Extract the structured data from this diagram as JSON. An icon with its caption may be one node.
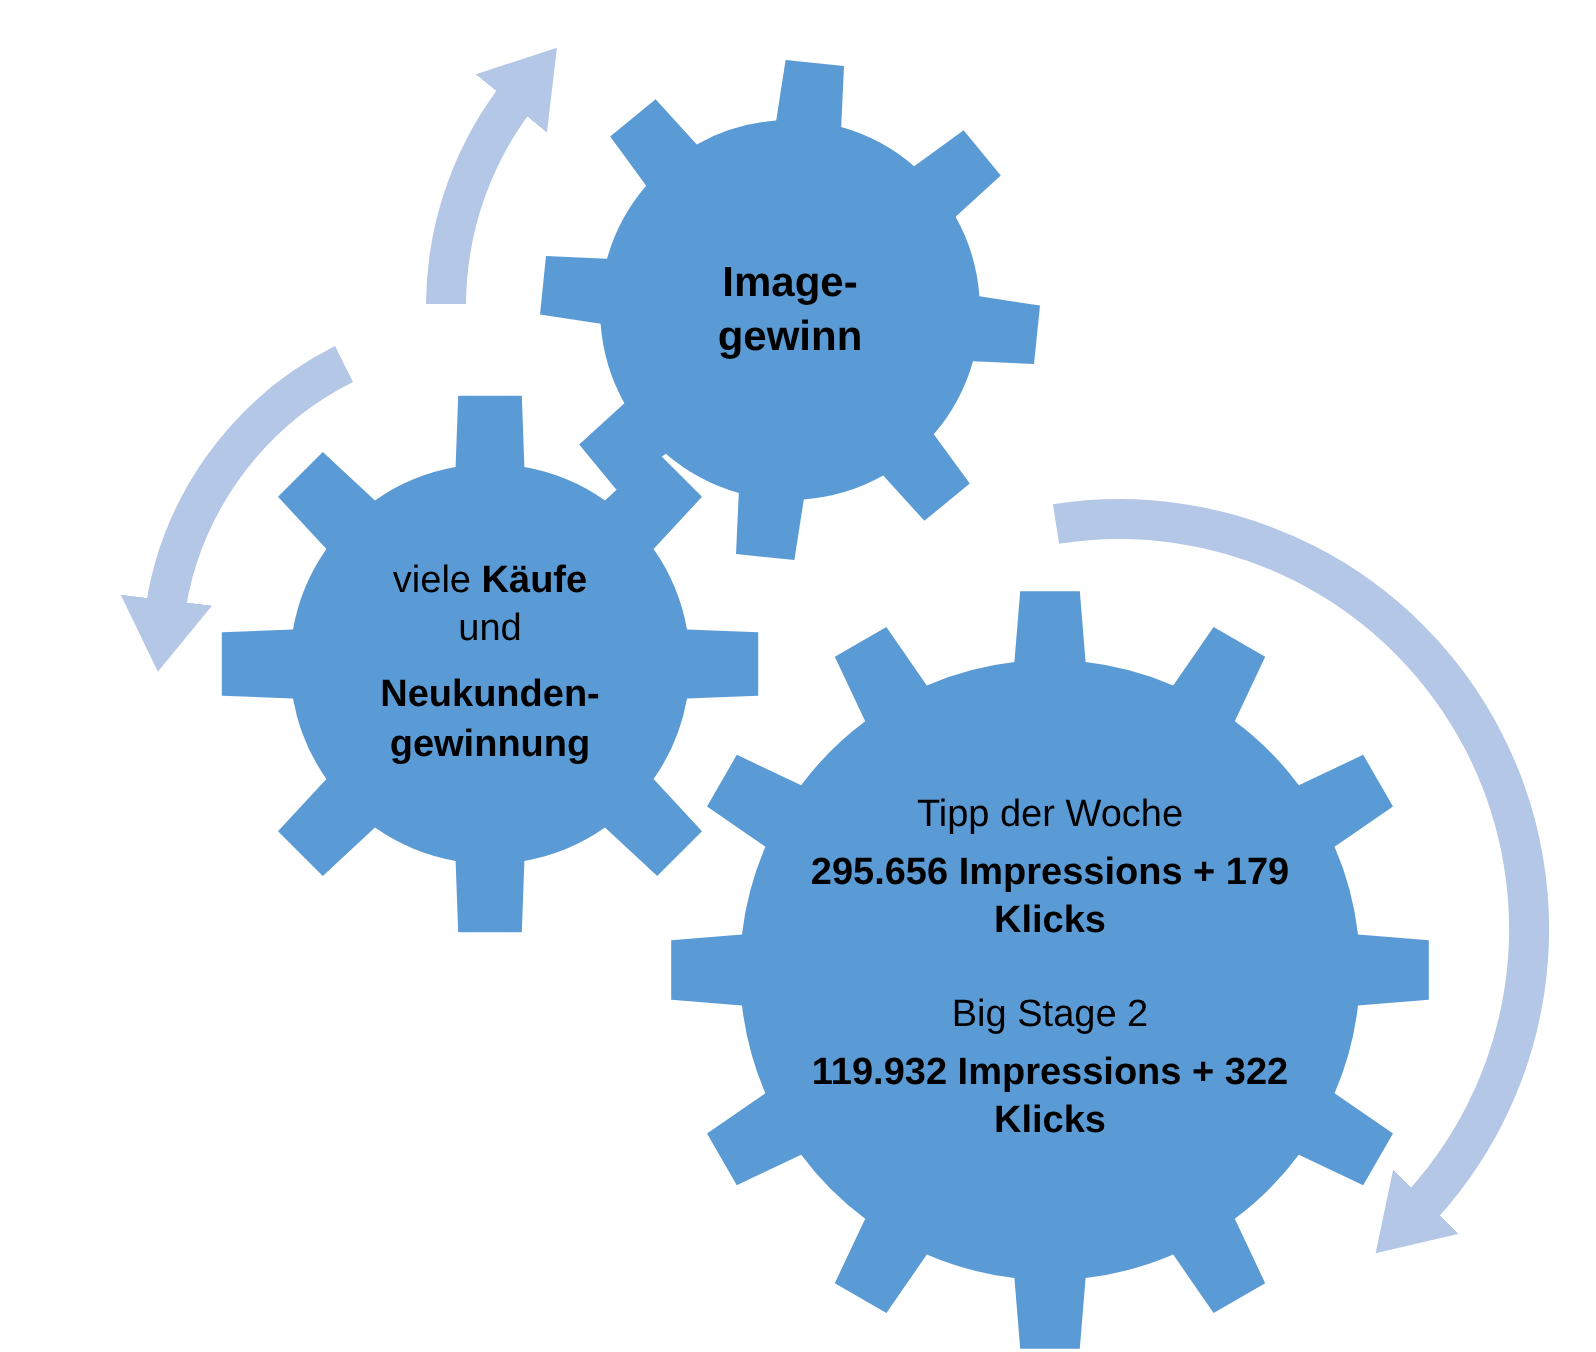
{
  "diagram": {
    "nodes": [
      {
        "text": [
          "Image- gewinn"
        ]
      },
      {
        "text": [
          "viele **Käufe** und",
          "Neukunden- gewinnung"
        ]
      },
      {
        "text": [
          "Tipp der Woche",
          "295.656 Impressions + 179 Klicks",
          "Big Stage 2",
          "119.932 Impressions + 322 Klicks"
        ]
      }
    ]
  }
}
